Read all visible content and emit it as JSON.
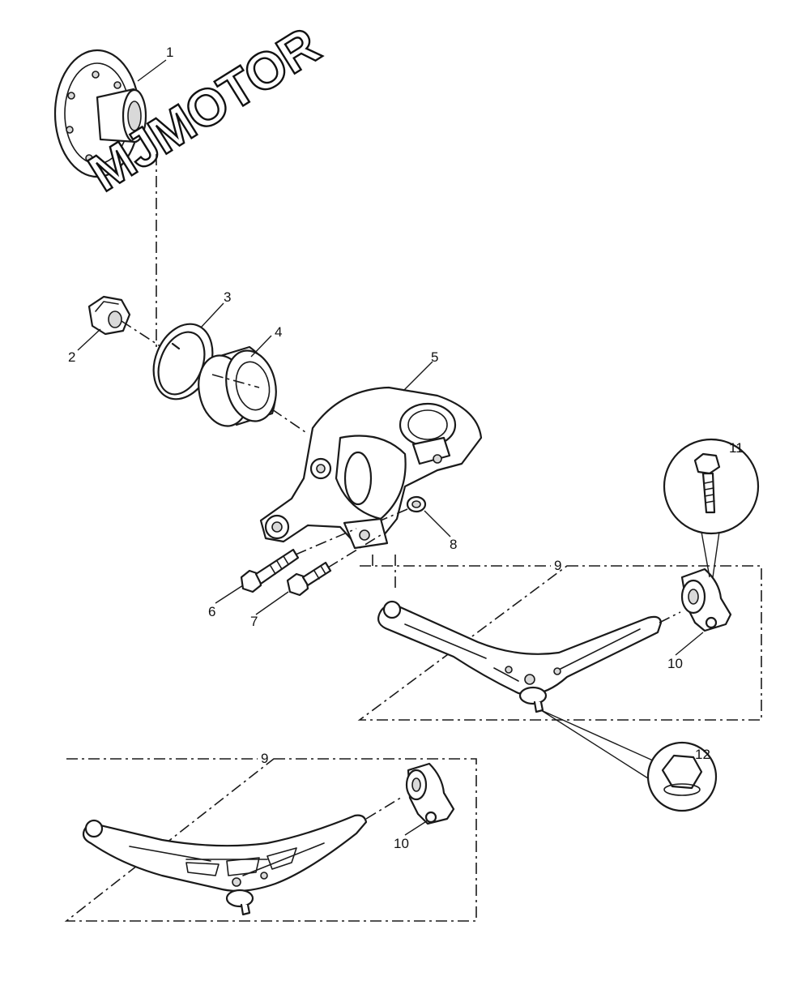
{
  "watermark": "MJMOTOR",
  "callouts": {
    "c1": "1",
    "c2": "2",
    "c3": "3",
    "c4": "4",
    "c5": "5",
    "c6": "6",
    "c7": "7",
    "c8": "8",
    "c9_upper": "9",
    "c9_lower": "9",
    "c10_upper": "10",
    "c10_lower": "10",
    "c11": "11",
    "c12": "12"
  },
  "colors": {
    "line": "#1a1a1a",
    "background": "#ffffff",
    "shade": "#d9d9d9"
  }
}
